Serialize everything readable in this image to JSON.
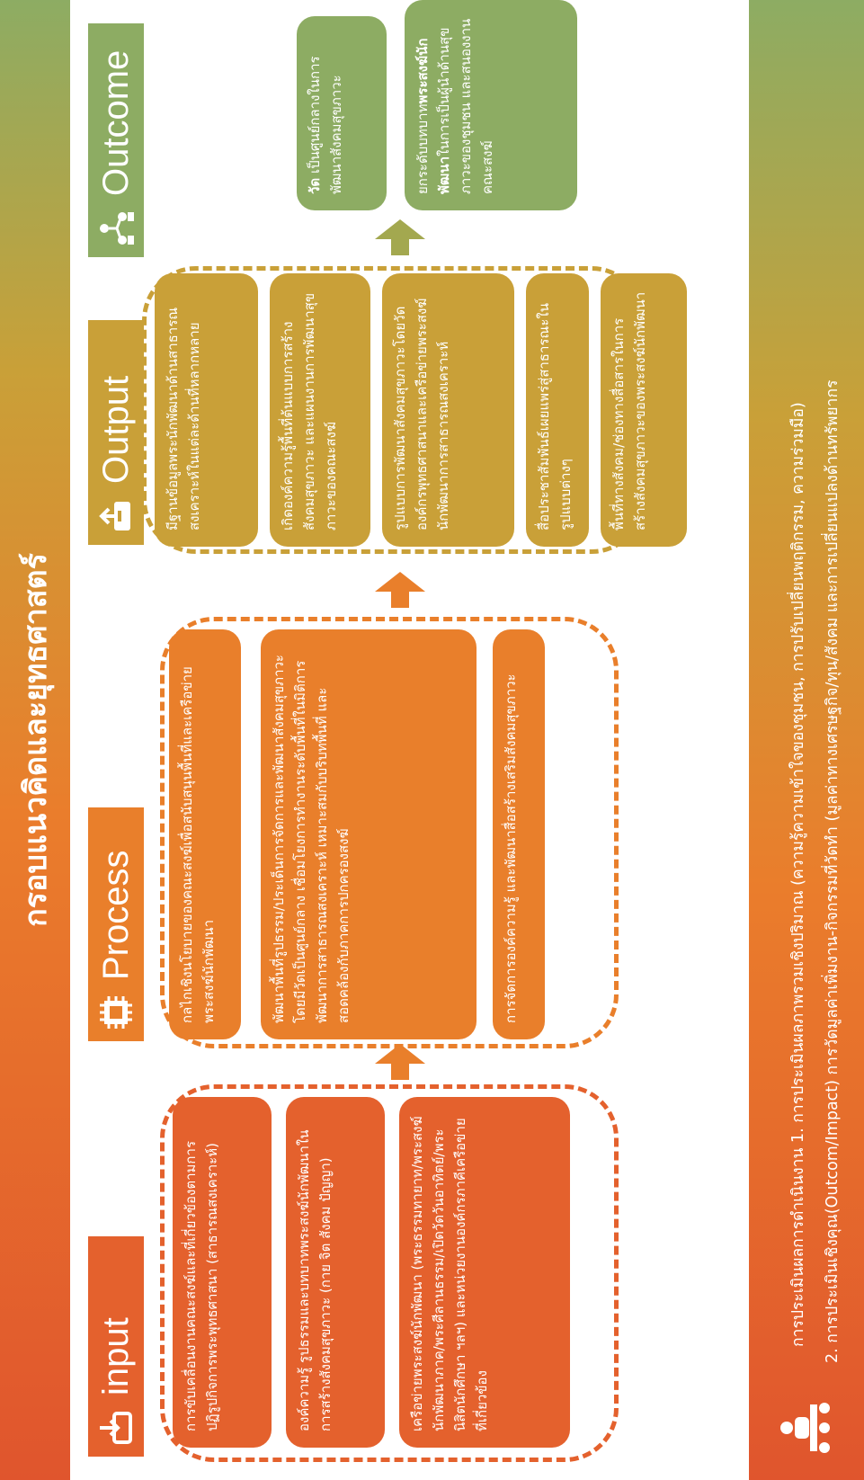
{
  "title": "กรอบแนวคิดและยุทธศาสตร์",
  "sections": {
    "input": {
      "label": "input",
      "items": [
        "การขับเคลื่อนงานคณะสงฆ์และที่เกี่ยวข้องตามการปฏิรูปกิจการพระพุทธศาสนา (สาธารณสงเคราะห์)",
        "องค์ความรู้ รูปธรรมและบทบาทพระสงฆ์นักพัฒนาในการสร้างสังคมสุขภาวะ (กาย จิต สังคม ปัญญา)",
        "เครือข่ายพระสงฆ์นักพัฒนา (พระธรรมทายาท/พระสงฆ์นักพัฒนาภาค/พระศีลานธรรม/เปิดวัดวันอาทิตย์/พระนิสิตนักศึกษา ฯลฯ) และหน่วยงานองค์กรภาคีเครือข่ายที่เกี่ยวข้อง"
      ]
    },
    "process": {
      "label": "Process",
      "items": [
        "กลไกเชิงนโยบายของคณะสงฆ์เพื่อสนับสนุนพื้นที่และเครือข่ายพระสงฆ์นักพัฒนา",
        "พัฒนาพื้นที่รูปธรรม/ประเด็นการจัดการและพัฒนาสังคมสุขภาวะโดยมีวัดเป็นศูนย์กลาง เชื่อมโยงการทำงานระดับพื้นที่ในมิติการพัฒนาการสาธารณสงเคราะห์ เหมาะสมกับบริบทพื้นที่ และสอดคล้องกับภาคการปกครองสงฆ์",
        "การจัดการองค์ความรู้ และพัฒนาสื่อสร้างเสริมสังคมสุขภาวะ"
      ]
    },
    "output": {
      "label": "Output",
      "items": [
        "มีฐานข้อมูลพระนักพัฒนาด้านสาธารณสงเคราะห์ในแต่ละด้านที่หลากหลาย",
        "เกิดองค์ความรู้พื้นที่ต้นแบบการสร้างสังคมสุขภาวะ และแผนงานการพัฒนาสุขภาวะของคณะสงฆ์",
        "รูปแบบการพัฒนาสังคมสุขภาวะโดยวัด องค์กรพุทธศาสนาและเครือข่ายพระสงฆ์นักพัฒนาการสาธารณสงเคราะห์",
        "สื่อประชาสัมพันธ์เผยแพร่สู่สาธารณะในรูปแบบต่างๆ",
        "พื้นที่ทางสังคม/ช่องทางสื่อสารในการสร้างสังคมสุขภาวะของพระสงฆ์นักพัฒนา"
      ]
    },
    "outcome": {
      "label": "Outcome",
      "items": [
        {
          "bold": "วัด",
          "text": " เป็นศูนย์กลางในการพัฒนาสังคมสุขภาวะ"
        },
        {
          "lead": "ยกระดับบทบาท",
          "bold": "พระสงฆ์นักพัฒนา",
          "text": "ในการเป็นผู้นำด้านสุขภาวะของชุมชน และสนองงานคณะสงฆ์"
        }
      ]
    }
  },
  "footer": {
    "line1": "การประเมินผลการดำเนินงาน 1. การประเมินผลภาพรวมเชิงปริมาณ (ความรู้ความเข้าใจของชุมชน, การปรับเปลี่ยนพฤติกรรม, ความร่วมมือ)",
    "line2": "2. การประเมินเชิงคุณ(Outcom/Impact) การวัดมูลค่าเพิ่มงาน-กิจกรรมที่วัดทำ (มูลค่าทางเศรษฐกิจ/ทุน/สังคม และการเปลี่ยนแปลงด้านทรัพยากร"
  },
  "colors": {
    "input_box": "#e4612d",
    "process_box": "#e97f2b",
    "output_box": "#c9a038",
    "outcome_box": "#8dac63",
    "arrow": "#e97f2b",
    "arrow_green": "#a3a84f"
  },
  "icons": [
    "inbox-download-icon",
    "chip-icon",
    "upload-box-icon",
    "people-network-icon",
    "meeting-group-icon"
  ]
}
